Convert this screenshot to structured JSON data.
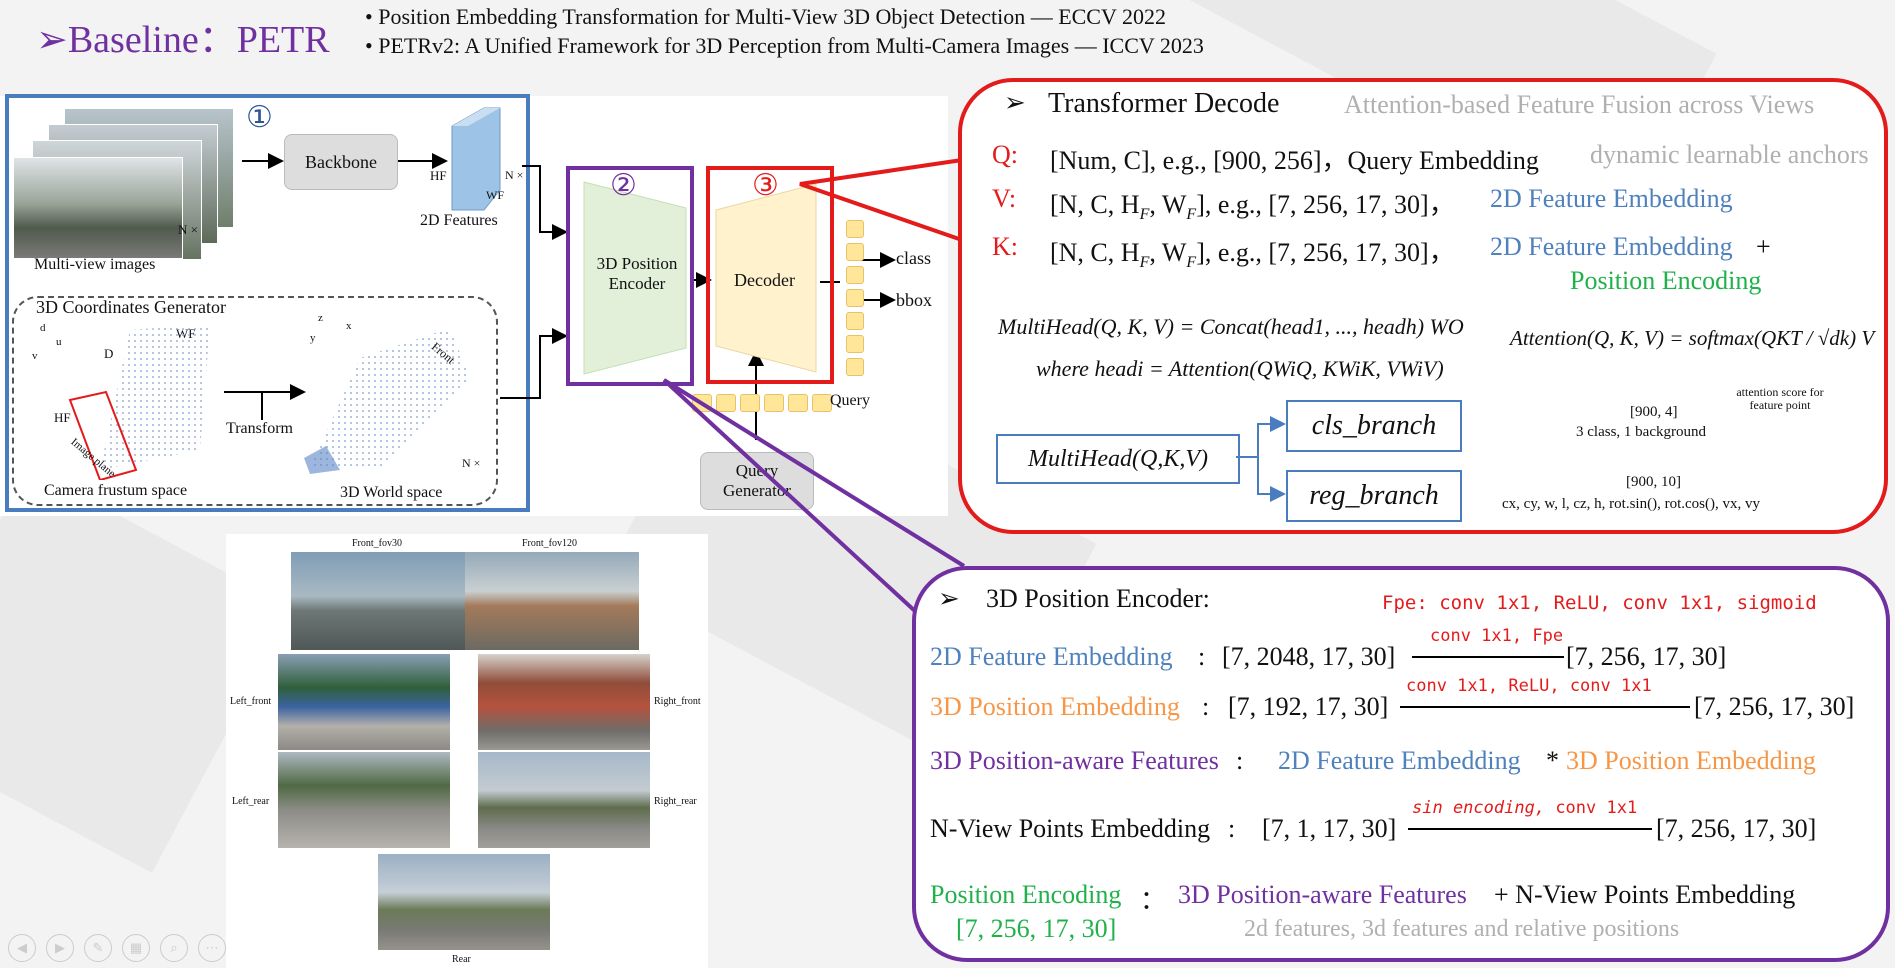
{
  "title": "➢Baseline：PETR",
  "references": [
    "Position Embedding Transformation for Multi-View 3D Object Detection —  ECCV 2022",
    "PETRv2: A Unified Framework for 3D Perception from Multi-Camera Images — ICCV 2023"
  ],
  "diagram": {
    "mark1": "①",
    "mark2": "②",
    "mark3": "③",
    "backbone": "Backbone",
    "hf": "HF",
    "wf": "WF",
    "n_times": "N ×",
    "features_2d": "2D Features",
    "multi_view": "Multi-view images",
    "coord_gen": "3D Coordinates Generator",
    "axis_d": "d",
    "axis_u": "u",
    "axis_v": "v",
    "D": "D",
    "WF_label": "WF",
    "HF_label": "HF",
    "image_plane": "Image plane",
    "transform": "Transform",
    "camera_frustum": "Camera frustum space",
    "world_space": "3D World space",
    "front": "Front",
    "axis_z": "z",
    "axis_y": "y",
    "axis_x": "x",
    "n_times2": "N ×",
    "position_encoder": "3D Position Encoder",
    "decoder": "Decoder",
    "class": "class",
    "bbox": "bbox",
    "query": "Query",
    "query_generator": "Query Generator"
  },
  "cameras": {
    "front_fov30": "Front_fov30",
    "front_fov120": "Front_fov120",
    "left_front": "Left_front",
    "right_front": "Right_front",
    "left_rear": "Left_rear",
    "right_rear": "Right_rear",
    "rear": "Rear"
  },
  "decoder_panel": {
    "bullet": "➢",
    "heading": "Transformer Decode",
    "subheading": "Attention-based Feature Fusion across Views",
    "q_label": "Q:",
    "q_text": "[Num, C], e.g., [900, 256]，Query Embedding",
    "q_note": "dynamic learnable anchors",
    "v_label": "V:",
    "v_text": "[N, C, H",
    "v_text_f": "F",
    "v_text_b": ", W",
    "v_text_c": "], e.g., [7, 256, 17, 30]，",
    "v_note": "2D Feature Embedding",
    "k_label": "K:",
    "k_note": "2D Feature Embedding",
    "k_plus": "+",
    "k_pe": "Position Encoding",
    "multihead_eq": "MultiHead(Q, K, V) = Concat(head1, ..., headh) WO",
    "head_eq": "where headi = Attention(QWiQ, KWiK, VWiV)",
    "attention_eq": "Attention(Q, K, V) = softmax(QKT / √dk) V",
    "attention_note": "attention score for feature point",
    "multihead_box": "MultiHead(Q,K,V)",
    "cls_branch": "cls_branch",
    "reg_branch": "reg_branch",
    "cls_shape": "[900, 4]",
    "cls_desc": "3 class, 1 background",
    "reg_shape": "[900, 10]",
    "reg_desc": "cx, cy, w, l, cz, h, rot.sin(), rot.cos(), vx, vy"
  },
  "encoder_panel": {
    "bullet": "➢",
    "heading": "3D Position Encoder:",
    "fpe": "Fpe: conv 1x1, ReLU, conv 1x1, sigmoid",
    "row1_label": "2D Feature Embedding",
    "row1_colon": ":",
    "row1_in": "[7, 2048, 17, 30]",
    "row1_op": "conv 1x1,  Fpe",
    "row1_out": "[7, 256, 17, 30]",
    "row2_label": "3D Position Embedding",
    "row2_colon": ":",
    "row2_in": "[7, 192, 17, 30]",
    "row2_op_a": "conv 1x1,",
    "row2_op_b": "ReLU,",
    "row2_op_c": "conv 1x1",
    "row2_out": "[7, 256, 17, 30]",
    "row3_label": "3D Position-aware Features",
    "row3_colon": ":",
    "row3_a": "2D Feature Embedding",
    "row3_star": "*",
    "row3_b": "3D Position Embedding",
    "row4_label": "N-View Points Embedding",
    "row4_colon": ":",
    "row4_in": "[7, 1, 17, 30]",
    "row4_op_a": "sin encoding,",
    "row4_op_b": "conv 1x1",
    "row4_out": "[7, 256, 17, 30]",
    "row5_label": "Position Encoding",
    "row5_colon": "：",
    "row5_a": "3D Position-aware Features",
    "row5_plus": "+ N-View Points Embedding",
    "row5_shape": "[7, 256, 17, 30]",
    "row5_note": "2d features, 3d features and relative positions"
  },
  "colors": {
    "purple": "#7030a0",
    "red": "#e31b1b",
    "blue": "#4f81bd",
    "green": "#21b14b",
    "orange": "#f79646",
    "grey": "#b0b0b0"
  }
}
